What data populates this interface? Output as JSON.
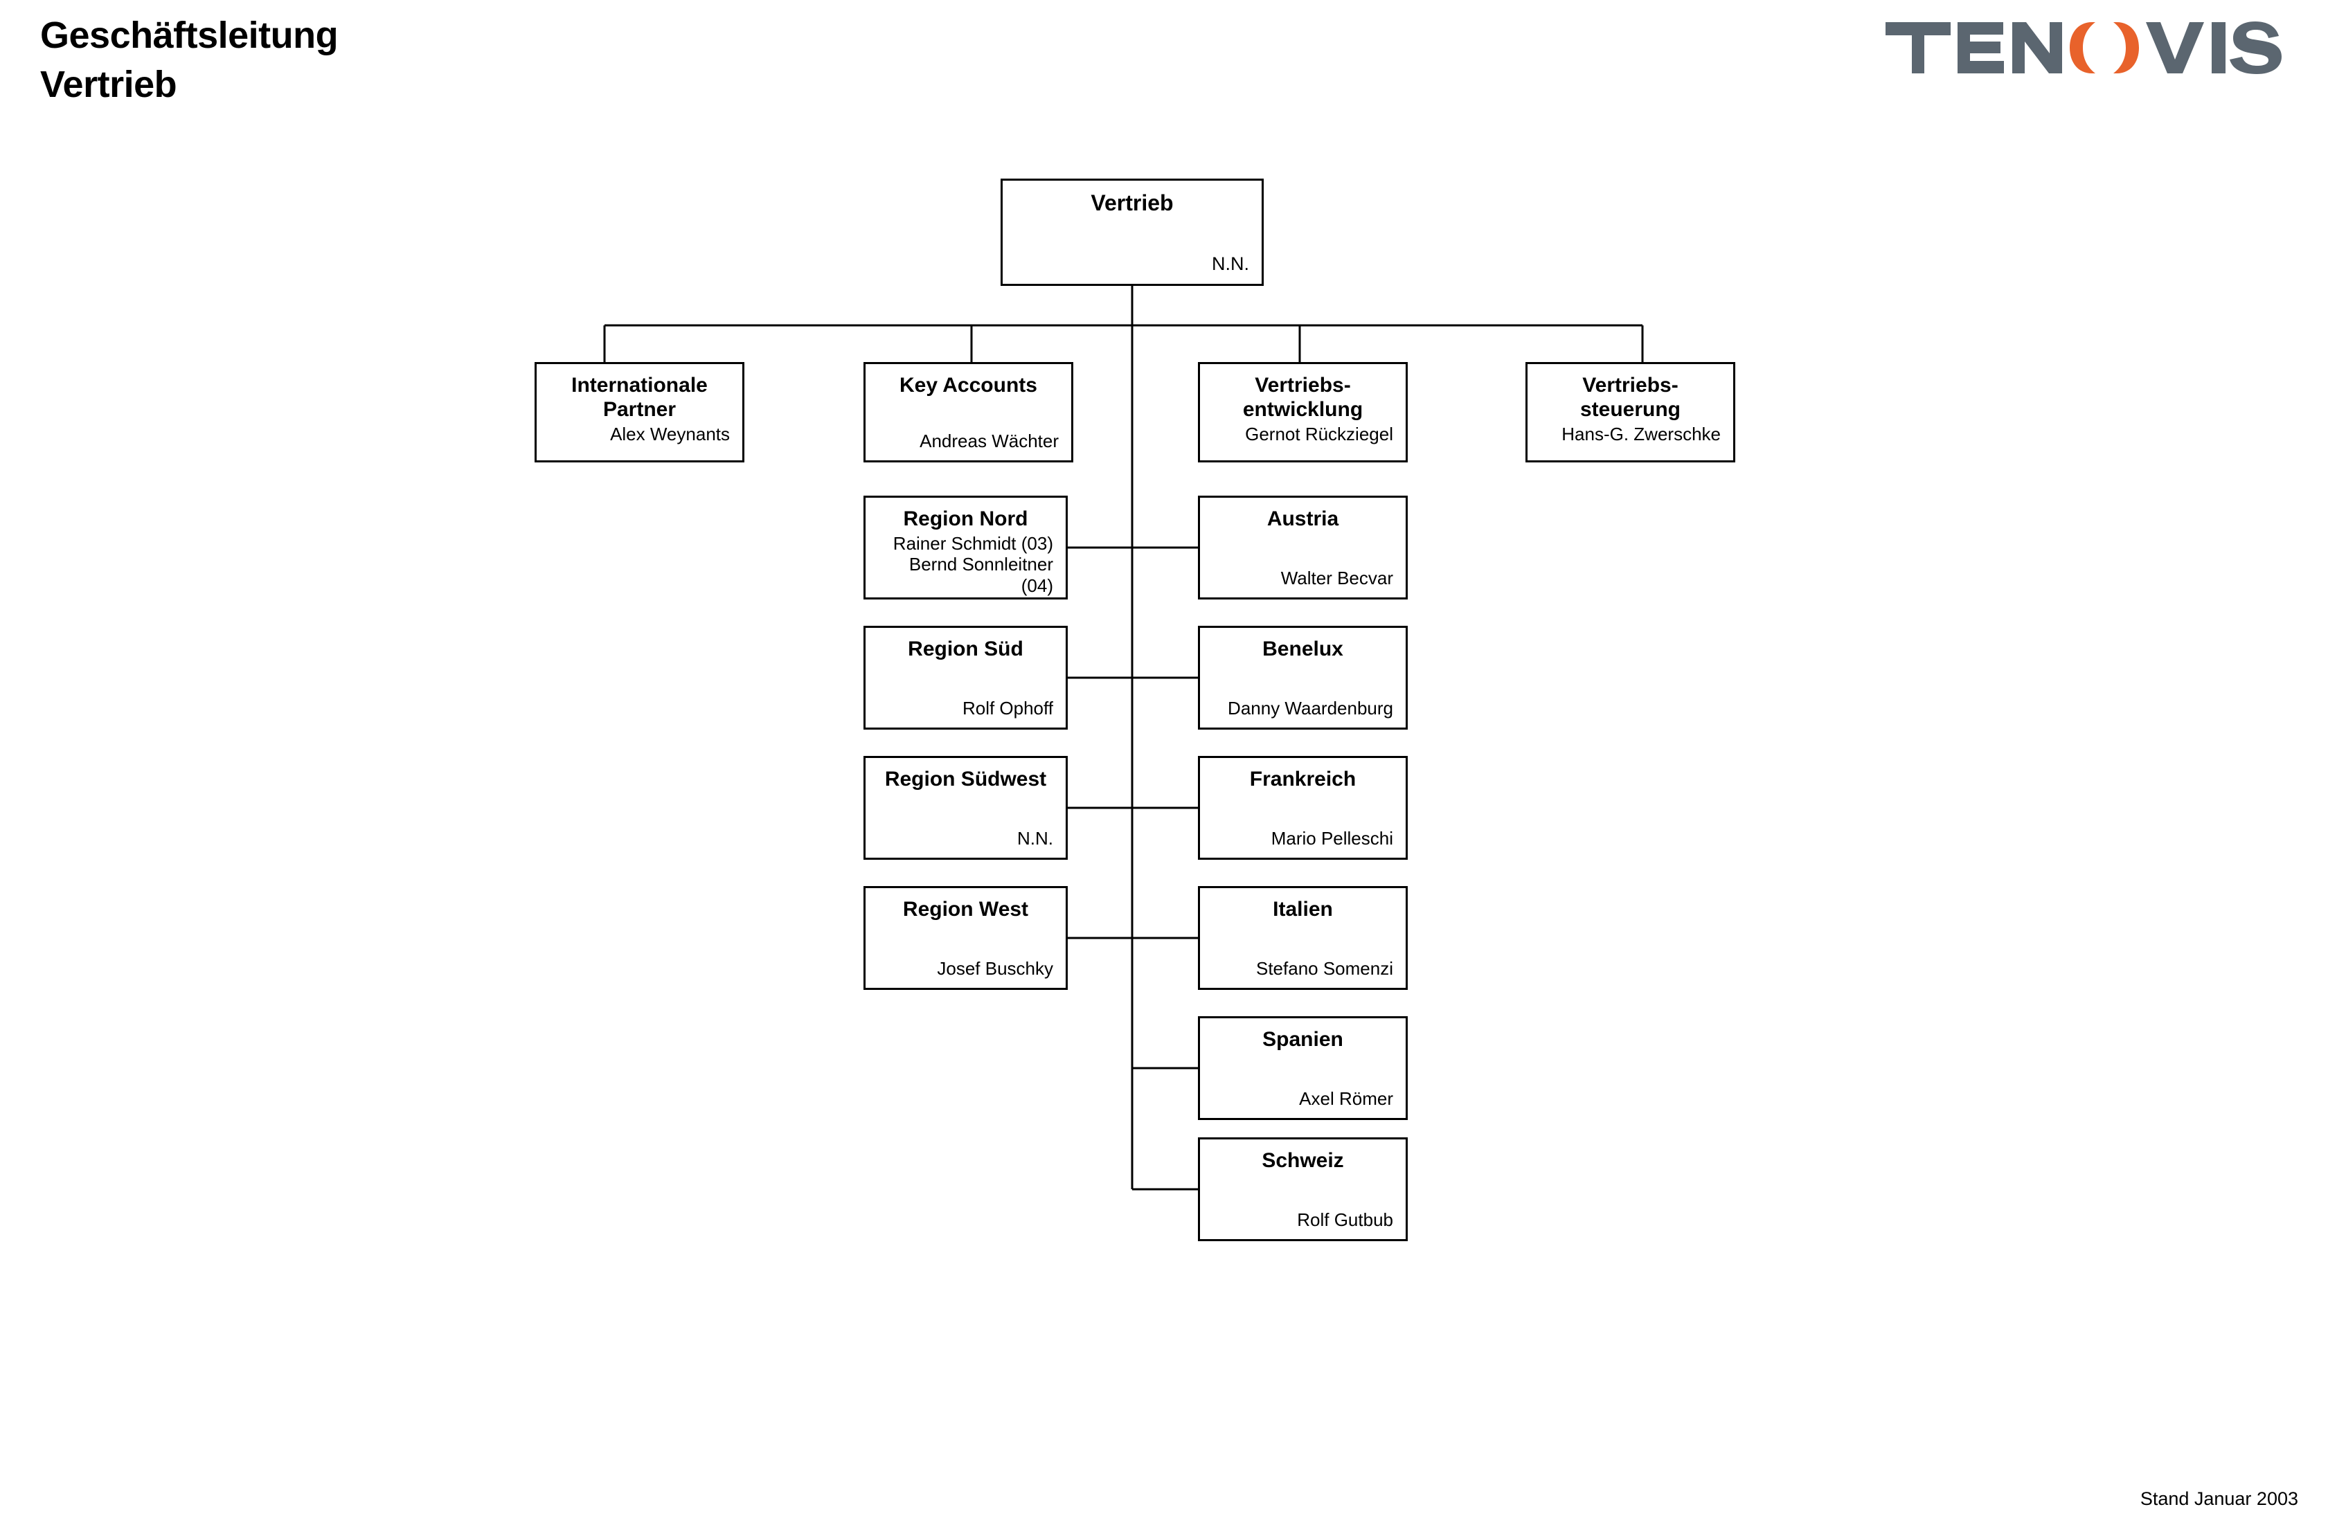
{
  "header": {
    "title": "Geschäftsleitung\nVertrieb",
    "logo_text": "TENOVIS",
    "logo_gray": "#5b6670",
    "logo_orange": "#e8622b"
  },
  "footer": {
    "status_text": "Stand Januar 2003"
  },
  "chart_data": {
    "type": "diagram",
    "title": "Geschäftsleitung Vertrieb",
    "root": {
      "title": "Vertrieb",
      "names": [
        "N.N."
      ]
    },
    "level2": [
      {
        "title": "Internationale\nPartner",
        "names": [
          "Alex Weynants"
        ]
      },
      {
        "title": "Key Accounts",
        "names": [
          "Andreas Wächter"
        ]
      },
      {
        "title": "Vertriebs-\nentwicklung",
        "names": [
          "Gernot Rückziegel"
        ]
      },
      {
        "title": "Vertriebs-\nsteuerung",
        "names": [
          "Hans-G. Zwerschke"
        ]
      }
    ],
    "regions": [
      {
        "title": "Region Nord",
        "names": [
          "Rainer Schmidt (03)",
          "Bernd Sonnleitner (04)"
        ]
      },
      {
        "title": "Region Süd",
        "names": [
          "Rolf Ophoff"
        ]
      },
      {
        "title": "Region Südwest",
        "names": [
          "N.N."
        ]
      },
      {
        "title": "Region West",
        "names": [
          "Josef Buschky"
        ]
      }
    ],
    "countries": [
      {
        "title": "Austria",
        "names": [
          "Walter Becvar"
        ]
      },
      {
        "title": "Benelux",
        "names": [
          "Danny Waardenburg"
        ]
      },
      {
        "title": "Frankreich",
        "names": [
          "Mario Pelleschi"
        ]
      },
      {
        "title": "Italien",
        "names": [
          "Stefano Somenzi"
        ]
      },
      {
        "title": "Spanien",
        "names": [
          "Axel Römer"
        ]
      },
      {
        "title": "Schweiz",
        "names": [
          "Rolf Gutbub"
        ]
      }
    ]
  }
}
